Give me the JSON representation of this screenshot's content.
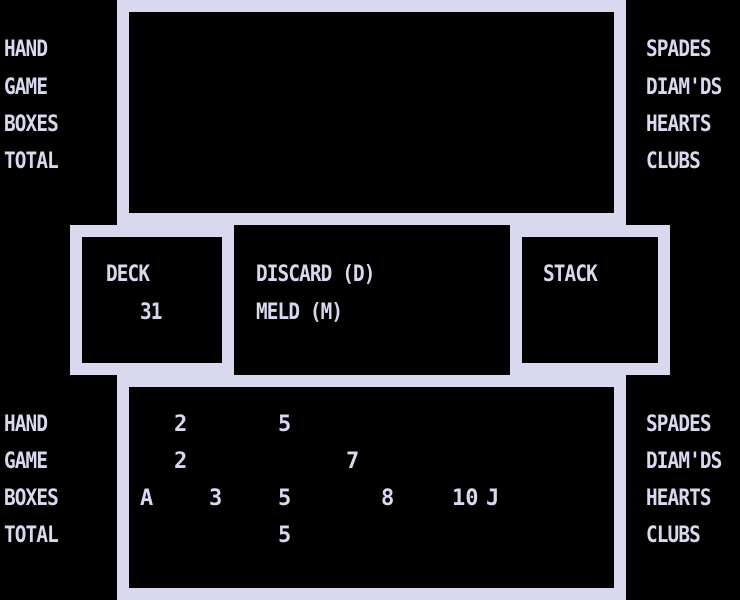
{
  "opponent": {
    "score_labels": [
      "HAND",
      "GAME",
      "BOXES",
      "TOTAL"
    ],
    "suit_labels": [
      "SPADES",
      "DIAM'DS",
      "HEARTS",
      "CLUBS"
    ]
  },
  "middle": {
    "deck_label": "DECK",
    "deck_count": "31",
    "discard_label": "DISCARD (D)",
    "meld_label": "MELD (M)",
    "stack_label": "STACK"
  },
  "player": {
    "score_labels": [
      "HAND",
      "GAME",
      "BOXES",
      "TOTAL"
    ],
    "suit_labels": [
      "SPADES",
      "DIAM'DS",
      "HEARTS",
      "CLUBS"
    ],
    "spades": [
      "2",
      "5"
    ],
    "diamonds": [
      "2",
      "7"
    ],
    "hearts": [
      "A",
      "3",
      "5",
      "8",
      "10",
      "J"
    ],
    "clubs": [
      "5"
    ]
  },
  "colors": {
    "foreground": "#d8d8ee",
    "background": "#000000"
  }
}
